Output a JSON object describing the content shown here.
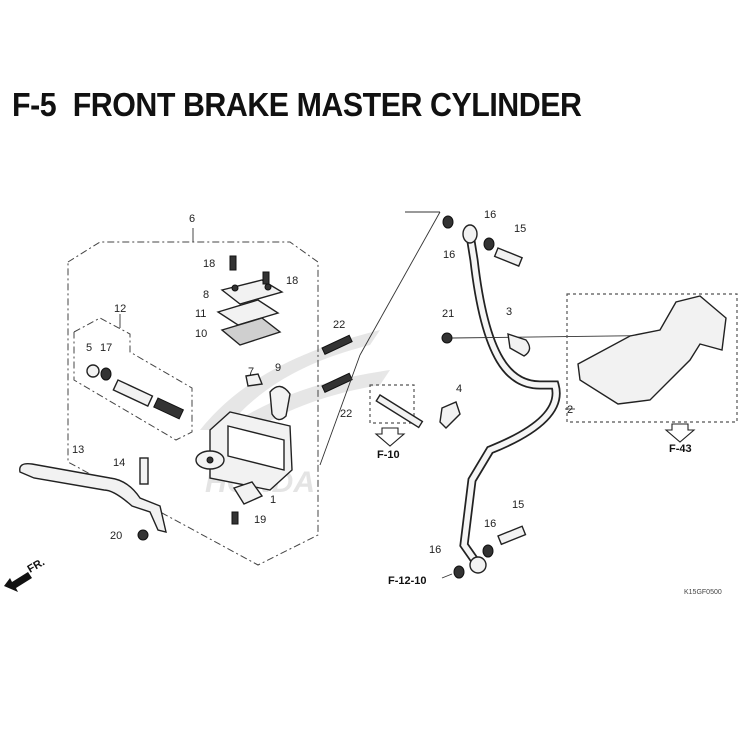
{
  "diagram": {
    "code": "F-5",
    "title": "FRONT BRAKE MASTER CYLINDER",
    "drawing_code": "K15GF0500",
    "watermark": "HONDA",
    "direction_label": "FR.",
    "callouts": {
      "p1": "1",
      "p2": "2",
      "p3": "3",
      "p4": "4",
      "p5": "5",
      "p6": "6",
      "p7": "7",
      "p8": "8",
      "p9": "9",
      "p10": "10",
      "p11": "11",
      "p12": "12",
      "p13": "13",
      "p14": "14",
      "p15a": "15",
      "p15b": "15",
      "p16a": "16",
      "p16b": "16",
      "p16c": "16",
      "p16d": "16",
      "p17": "17",
      "p18a": "18",
      "p18b": "18",
      "p19": "19",
      "p20": "20",
      "p21": "21",
      "p22a": "22",
      "p22b": "22"
    },
    "references": {
      "f10": "F-10",
      "f43": "F-43",
      "f1210": "F-12-10"
    }
  }
}
